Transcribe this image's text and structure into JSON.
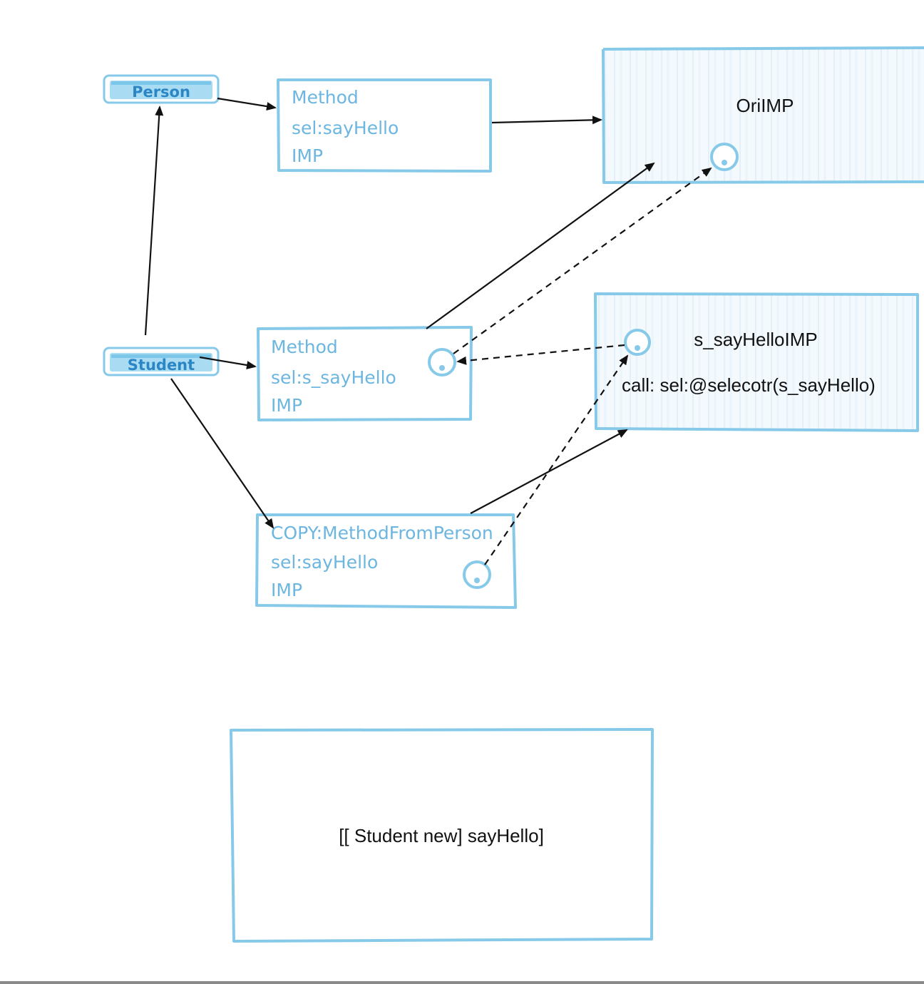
{
  "nodes": {
    "person": {
      "label": "Person"
    },
    "student": {
      "label": "Student"
    },
    "method_person": {
      "lines": [
        "Method",
        "sel:sayHello",
        "IMP"
      ]
    },
    "method_student": {
      "lines": [
        "Method",
        "sel:s_sayHello",
        "IMP"
      ]
    },
    "method_copy": {
      "lines": [
        "COPY:MethodFromPerson",
        "sel:sayHello",
        "IMP"
      ]
    },
    "ori_imp": {
      "title": "OriIMP"
    },
    "s_sayhello_imp": {
      "title": "s_sayHelloIMP",
      "call": "call: sel:@selecotr(s_sayHello)"
    },
    "call_box": {
      "text": "[[ Student new] sayHello]"
    }
  },
  "colors": {
    "box_stroke": "#86c9e8",
    "tag_fill": "#a9dcf2",
    "hand_text": "#6cb6e0",
    "tag_text": "#2b86c5",
    "arrow": "#111111"
  }
}
